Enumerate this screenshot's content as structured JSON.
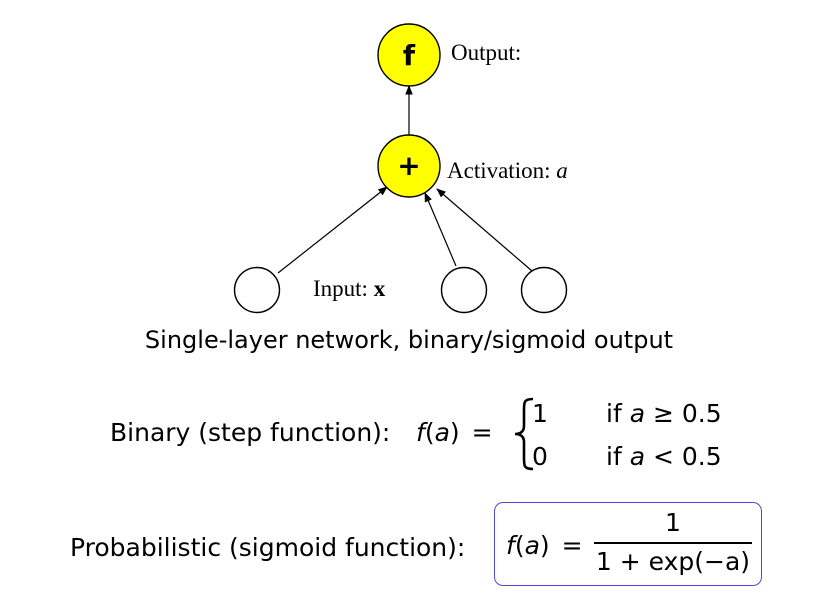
{
  "diagram": {
    "output_node_symbol": "f",
    "sum_node_symbol": "+",
    "output_label": "Output:",
    "activation_label_text": "Activation:",
    "activation_var": "a",
    "input_label_text": "Input:",
    "input_var": "x",
    "caption": "Single-layer network, binary/sigmoid output"
  },
  "colors": {
    "node_fill": "#ffff00",
    "box_border": "#4a4ad6"
  },
  "binary": {
    "label": "Binary (step function):",
    "lhs_f": "f",
    "lhs_open": "(",
    "lhs_a": "a",
    "lhs_close": ")",
    "eq": "=",
    "case1_val": "1",
    "case1_if": "if",
    "case1_var": "a",
    "case1_rel": "≥",
    "case1_thr": "0.5",
    "case2_val": "0",
    "case2_if": "if",
    "case2_var": "a",
    "case2_rel": "<",
    "case2_thr": "0.5"
  },
  "sigmoid": {
    "label": "Probabilistic (sigmoid function):",
    "lhs_f": "f",
    "lhs_open": "(",
    "lhs_a": "a",
    "lhs_close": ")",
    "eq": "=",
    "numerator": "1",
    "denominator": "1 + exp(−a)"
  }
}
